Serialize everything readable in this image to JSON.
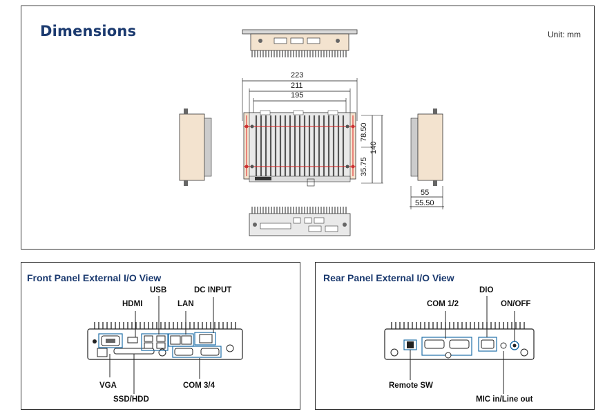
{
  "dimensions": {
    "title": "Dimensions",
    "unit": "Unit: mm",
    "width_labels": [
      "223",
      "211",
      "195"
    ],
    "height_labels": [
      "78.50",
      "140",
      "35.75"
    ],
    "depth_labels": [
      "55",
      "55.50"
    ]
  },
  "front_panel": {
    "title": "Front Panel External I/O View",
    "labels": {
      "usb": "USB",
      "dc_input": "DC INPUT",
      "hdmi": "HDMI",
      "lan": "LAN",
      "vga": "VGA",
      "ssd_hdd": "SSD/HDD",
      "com34": "COM 3/4"
    }
  },
  "rear_panel": {
    "title": "Rear Panel External I/O View",
    "labels": {
      "dio": "DIO",
      "com12": "COM 1/2",
      "on_off": "ON/OFF",
      "remote_sw": "Remote SW",
      "mic_line": "MIC in/Line out"
    }
  },
  "colors": {
    "title": "#1b3a6f",
    "chassis": "#f3e3cf",
    "fin": "#555555",
    "highlight": "#1f6fa8",
    "red_line": "#e02020"
  }
}
